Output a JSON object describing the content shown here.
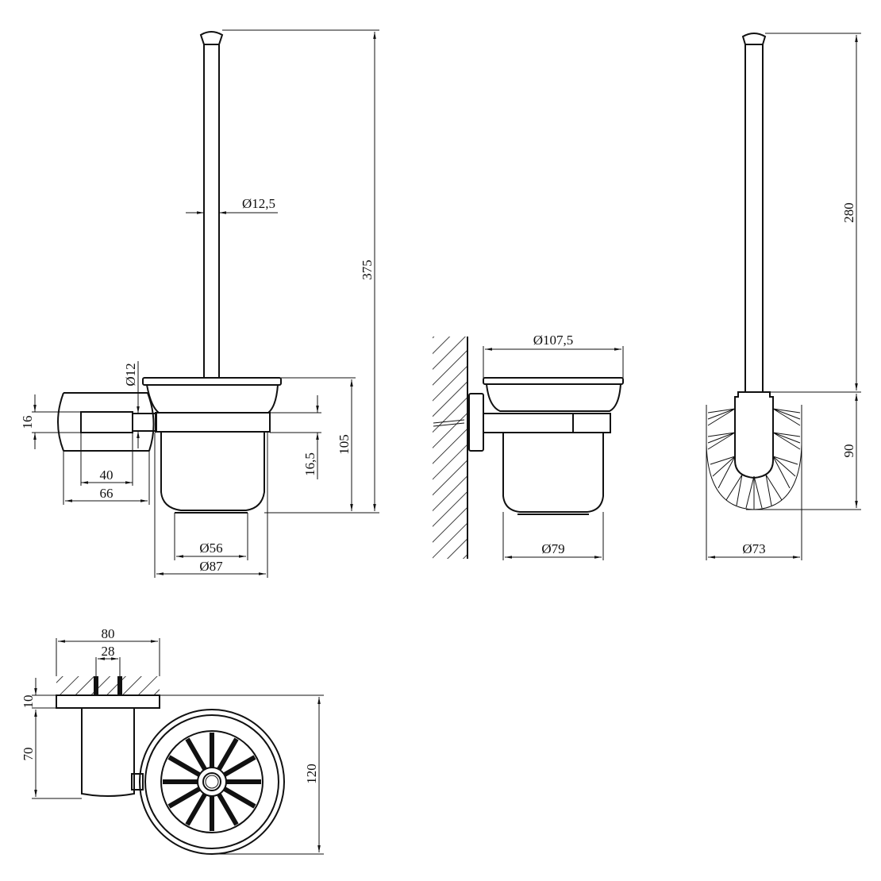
{
  "drawing": {
    "title": "Toilet brush holder technical drawing",
    "views": {
      "front_view": {
        "labels": {
          "handle_diameter": "Ø12,5",
          "overall_height": "375",
          "holder_height": "105",
          "bracket_height": "16",
          "bracket_offset": "16,5",
          "rod_diameter": "Ø12",
          "bracket_inner_length": "40",
          "bracket_outer_length": "66",
          "cup_base_diameter": "Ø56",
          "cup_diameter": "Ø87"
        }
      },
      "side_view": {
        "labels": {
          "tray_diameter": "Ø107,5",
          "cup_diameter": "Ø79"
        }
      },
      "brush_view": {
        "labels": {
          "handle_length": "280",
          "brush_head_height": "90",
          "brush_diameter": "Ø73"
        }
      },
      "top_view": {
        "labels": {
          "plate_width": "80",
          "screw_spacing": "28",
          "plate_thickness": "10",
          "arm_length": "70",
          "total_depth": "120"
        }
      }
    }
  }
}
